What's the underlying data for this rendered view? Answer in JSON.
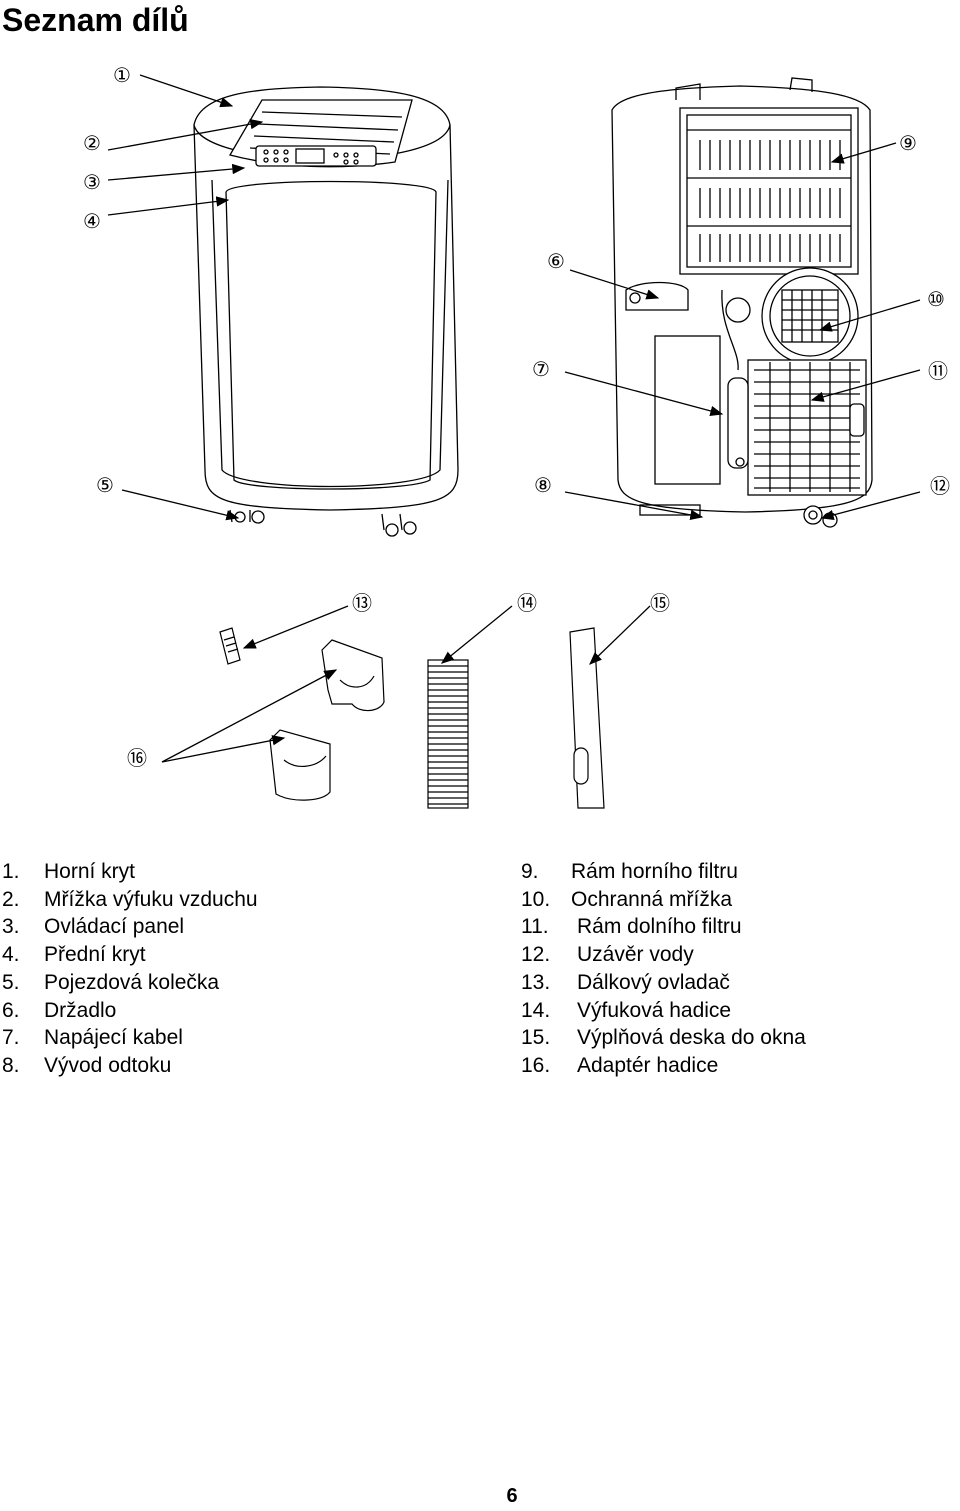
{
  "page": {
    "title": "Seznam dílů",
    "page_number": "6"
  },
  "callouts": {
    "c1": "①",
    "c2": "②",
    "c3": "③",
    "c4": "④",
    "c5": "⑤",
    "c6": "⑥",
    "c7": "⑦",
    "c8": "⑧",
    "c9": "⑨",
    "c10": "⑩",
    "c11": "⑪",
    "c12": "⑫",
    "c13": "⑬",
    "c14": "⑭",
    "c15": "⑮",
    "c16": "⑯"
  },
  "parts_left": [
    {
      "num": "1.",
      "label": "Horní kryt"
    },
    {
      "num": "2.",
      "label": "Mřížka výfuku vzduchu"
    },
    {
      "num": "3.",
      "label": "Ovládací panel"
    },
    {
      "num": "4.",
      "label": "Přední kryt"
    },
    {
      "num": "5.",
      "label": "Pojezdová kolečka"
    },
    {
      "num": "6.",
      "label": "Držadlo"
    },
    {
      "num": "7.",
      "label": "Napájecí kabel"
    },
    {
      "num": "8.",
      "label": "Vývod odtoku"
    }
  ],
  "parts_right": [
    {
      "num": "9.",
      "label": "Rám horního filtru"
    },
    {
      "num": "10.",
      "label": "Ochranná mřížka"
    },
    {
      "num": "11.",
      "label": "Rám dolního filtru"
    },
    {
      "num": "12.",
      "label": "Uzávěr vody"
    },
    {
      "num": "13.",
      "label": "Dálkový ovladač"
    },
    {
      "num": "14.",
      "label": "Výfuková hadice"
    },
    {
      "num": "15.",
      "label": "Výplňová deska do okna"
    },
    {
      "num": "16.",
      "label": "Adaptér hadice"
    }
  ]
}
